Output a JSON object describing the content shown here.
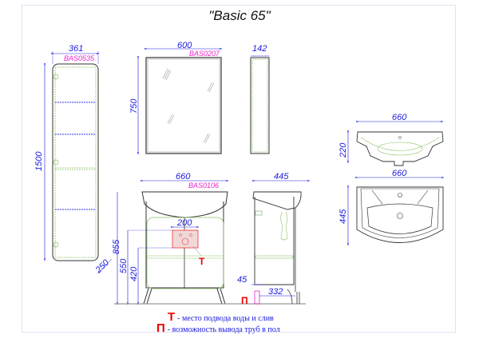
{
  "title": "\"Basic 65\"",
  "cabinet_tall": {
    "code": "BAS0535",
    "width": "361",
    "height": "1500",
    "depth": "250"
  },
  "mirror": {
    "code": "BAS0207",
    "width": "600",
    "height": "750",
    "depth": "142"
  },
  "vanity": {
    "code": "BAS0106",
    "width": "660",
    "height": "855",
    "inlet_width": "200",
    "inlet_top": "550",
    "inlet_bottom": "420",
    "side_depth": "445",
    "leg_offset": "45",
    "pipe_offset": "332",
    "mark_t": "Т",
    "mark_p": "П"
  },
  "washbasin": {
    "front_width": "660",
    "front_height": "220",
    "top_width": "660",
    "top_depth": "445"
  },
  "legend": [
    {
      "mark": "Т",
      "text": "- место подвода воды и слив"
    },
    {
      "mark": "П",
      "text": "- возможность вывода труб в пол"
    }
  ],
  "colors": {
    "dimension": "#1a1ae0",
    "code": "#ee22cc",
    "marker": "#ee0000",
    "hidden_line": "#8dc26a",
    "outline": "#333333"
  }
}
